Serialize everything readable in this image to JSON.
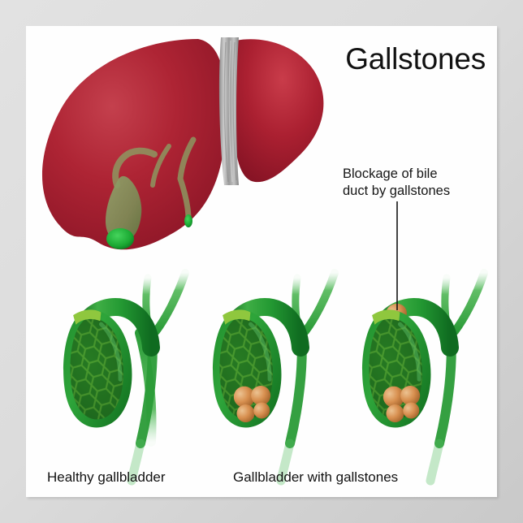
{
  "poster": {
    "title": "Gallstones",
    "background_color": "#fefefe",
    "mat_color": "#dcdcdc"
  },
  "annotation": {
    "line1": "Blockage of bile",
    "line2": "duct by gallstones",
    "pointer": "leader-line"
  },
  "captions": {
    "healthy": "Healthy gallbladder",
    "diseased": "Gallbladder with gallstones"
  },
  "palette": {
    "liver_red": "#a81f32",
    "liver_red_dark": "#7e1222",
    "liver_red_light": "#c83b49",
    "ligament_gray": "#a6a6a6",
    "duct_green": "#2f9b3a",
    "duct_green_dark": "#18702a",
    "mucosa_dark": "#1d6b1d",
    "mucosa_light": "#5aa832",
    "gallbladder_olive": "#8a9a63",
    "fundus_green": "#22b43a",
    "stone_tan": "#d89050",
    "stone_tan_light": "#e8b37c",
    "stone_tan_dark": "#a9682f",
    "text_black": "#111111"
  },
  "figures": {
    "liver": {
      "label": "liver-with-gallbladder",
      "parts": [
        "right-lobe",
        "left-lobe",
        "falciform-ligament",
        "gallbladder",
        "bile-duct-tree"
      ]
    },
    "gallbladders": [
      {
        "label": "healthy-gallbladder",
        "stones_in_sac": 0,
        "stone_in_duct": false
      },
      {
        "label": "gallbladder-with-stones",
        "stones_in_sac": 4,
        "stone_in_duct": false
      },
      {
        "label": "gallbladder-with-blocked-duct",
        "stones_in_sac": 4,
        "stone_in_duct": true
      }
    ]
  }
}
